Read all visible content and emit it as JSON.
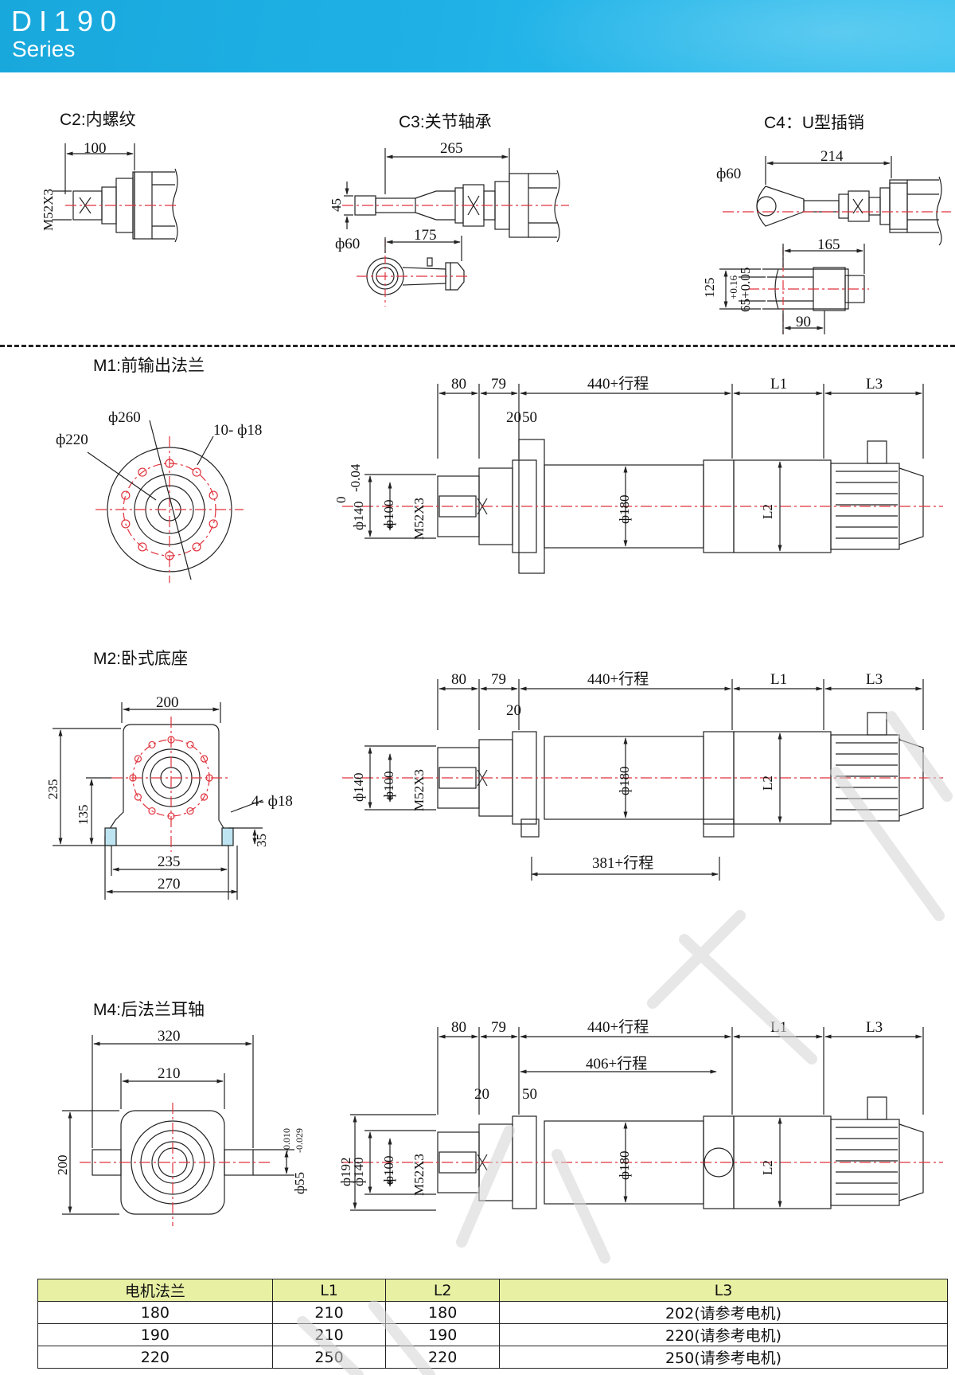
{
  "header": {
    "series_code": "DI190",
    "series_word": "Series",
    "color": "#1fb1e6"
  },
  "sections": {
    "c2": "C2:内螺纹",
    "c3": "C3:关节轴承",
    "c4": "C4：U型插销",
    "m1": "M1:前输出法兰",
    "m2": "M2:卧式底座",
    "m4": "M4:后法兰耳轴"
  },
  "dims": {
    "c2_len": "100",
    "c2_thread": "M52X3",
    "c3_len": "265",
    "c3_h": "45",
    "c3_dia": "ф60",
    "c3_len2": "175",
    "c4_len": "214",
    "c4_dia": "ф60",
    "c4_len2": "165",
    "c4_h": "125",
    "c4_slot": "65+0.05",
    "c4_slot_tol": "+0.16",
    "c4_w": "90",
    "m1_d260": "ф260",
    "m1_d220": "ф220",
    "m1_holes": "10- ф18",
    "body_80": "80",
    "body_79": "79",
    "stroke_440": "440+行程",
    "l1": "L1",
    "l3": "L3",
    "l2": "L2",
    "m1_20": "20",
    "m1_50": "50",
    "m1_d140": "ф140",
    "m1_d140_tol_top": "0",
    "m1_d140_tol_bot": "-0.04",
    "d100": "ф100",
    "m52": "M52X3",
    "d180": "ф180",
    "m2_200": "200",
    "m2_235h": "235",
    "m2_135": "135",
    "m2_holes": "4- ф18",
    "m2_35": "35",
    "m2_235w": "235",
    "m2_270": "270",
    "m2_20": "20",
    "m2_d140": "ф140",
    "m2_stroke_381": "381+行程",
    "m4_320": "320",
    "m4_210": "210",
    "m4_200": "200",
    "m4_shaft": "ф55",
    "m4_shaft_tol_top": "-0.010",
    "m4_shaft_tol_bot": "-0.029",
    "m4_stroke_406": "406+行程",
    "m4_20": "20",
    "m4_50": "50",
    "m4_d192": "ф192",
    "m4_d140": "ф140"
  },
  "table": {
    "headers": [
      "电机法兰",
      "L1",
      "L2",
      "L3"
    ],
    "rows": [
      [
        "180",
        "210",
        "180",
        "202(请参考电机)"
      ],
      [
        "190",
        "210",
        "190",
        "220(请参考电机)"
      ],
      [
        "220",
        "250",
        "220",
        "250(请参考电机)"
      ]
    ]
  },
  "colors": {
    "centerline": "#e0323c",
    "line": "#222222",
    "table_header": "#e8f0a4"
  }
}
